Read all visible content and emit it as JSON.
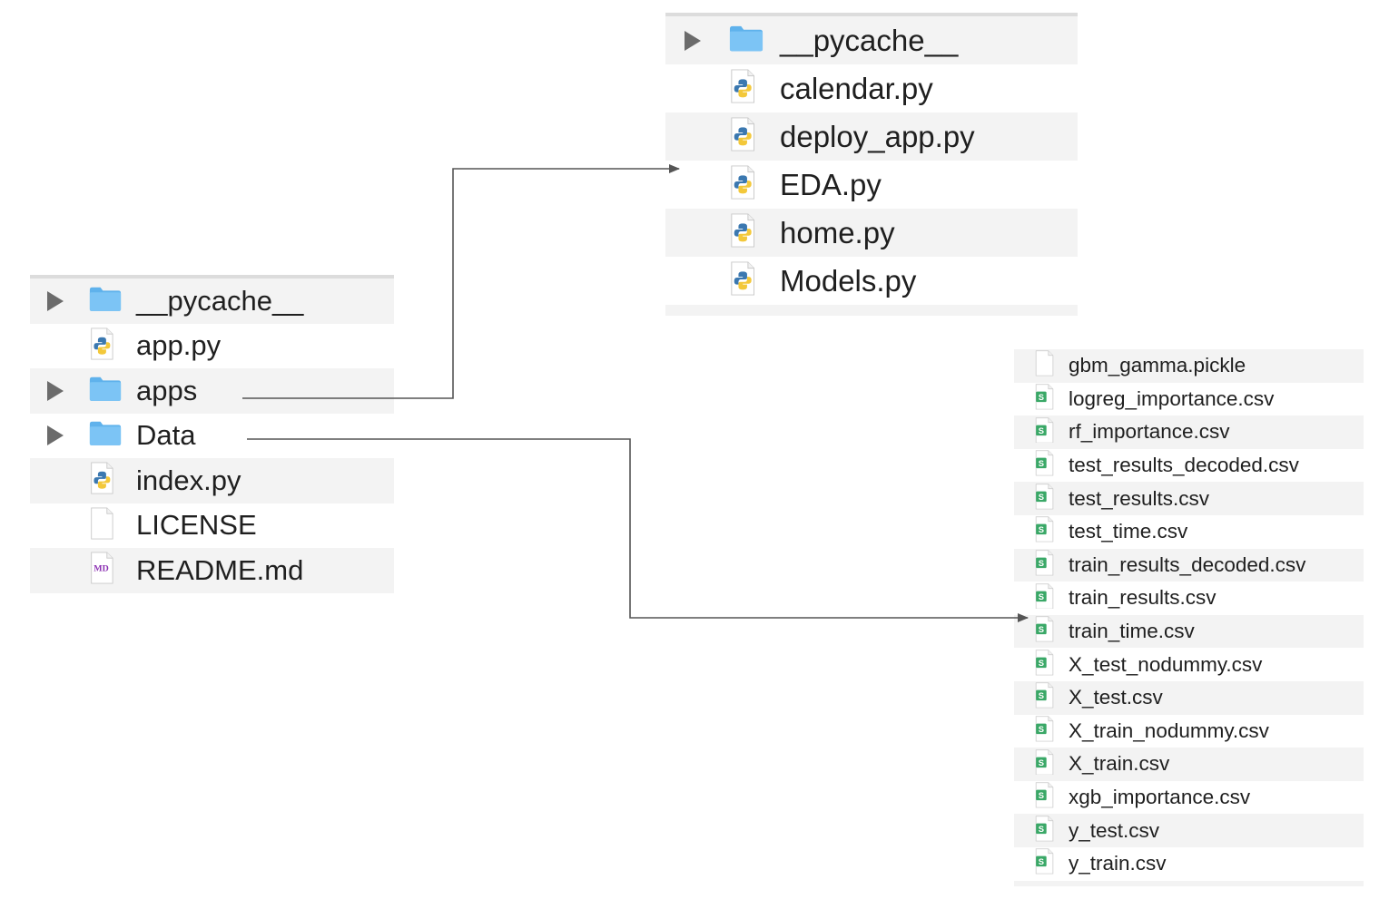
{
  "colors": {
    "folder": "#7cc4f5",
    "folder_tab": "#5fb2ec",
    "stripe": "#f3f3f3",
    "connector": "#555555",
    "csv_badge": "#3aa867",
    "md_badge": "#8b2fb2"
  },
  "left_panel": {
    "rows": [
      {
        "name": "__pycache__",
        "icon": "folder-icon",
        "expandable": true
      },
      {
        "name": "app.py",
        "icon": "python-file-icon",
        "expandable": false
      },
      {
        "name": "apps",
        "icon": "folder-icon",
        "expandable": true
      },
      {
        "name": "Data",
        "icon": "folder-icon",
        "expandable": true
      },
      {
        "name": "index.py",
        "icon": "python-file-icon",
        "expandable": false
      },
      {
        "name": "LICENSE",
        "icon": "blank-file-icon",
        "expandable": false
      },
      {
        "name": "README.md",
        "icon": "markdown-file-icon",
        "expandable": false
      }
    ]
  },
  "apps_panel": {
    "rows": [
      {
        "name": "__pycache__",
        "icon": "folder-icon",
        "expandable": true
      },
      {
        "name": "calendar.py",
        "icon": "python-file-icon",
        "expandable": false
      },
      {
        "name": "deploy_app.py",
        "icon": "python-file-icon",
        "expandable": false
      },
      {
        "name": "EDA.py",
        "icon": "python-file-icon",
        "expandable": false
      },
      {
        "name": "home.py",
        "icon": "python-file-icon",
        "expandable": false
      },
      {
        "name": "Models.py",
        "icon": "python-file-icon",
        "expandable": false
      }
    ]
  },
  "data_panel": {
    "rows": [
      {
        "name": "gbm_gamma.pickle",
        "icon": "blank-file-icon"
      },
      {
        "name": "logreg_importance.csv",
        "icon": "csv-file-icon"
      },
      {
        "name": "rf_importance.csv",
        "icon": "csv-file-icon"
      },
      {
        "name": "test_results_decoded.csv",
        "icon": "csv-file-icon"
      },
      {
        "name": "test_results.csv",
        "icon": "csv-file-icon"
      },
      {
        "name": "test_time.csv",
        "icon": "csv-file-icon"
      },
      {
        "name": "train_results_decoded.csv",
        "icon": "csv-file-icon"
      },
      {
        "name": "train_results.csv",
        "icon": "csv-file-icon"
      },
      {
        "name": "train_time.csv",
        "icon": "csv-file-icon"
      },
      {
        "name": "X_test_nodummy.csv",
        "icon": "csv-file-icon"
      },
      {
        "name": "X_test.csv",
        "icon": "csv-file-icon"
      },
      {
        "name": "X_train_nodummy.csv",
        "icon": "csv-file-icon"
      },
      {
        "name": "X_train.csv",
        "icon": "csv-file-icon"
      },
      {
        "name": "xgb_importance.csv",
        "icon": "csv-file-icon"
      },
      {
        "name": "y_test.csv",
        "icon": "csv-file-icon"
      },
      {
        "name": "y_train.csv",
        "icon": "csv-file-icon"
      }
    ]
  }
}
